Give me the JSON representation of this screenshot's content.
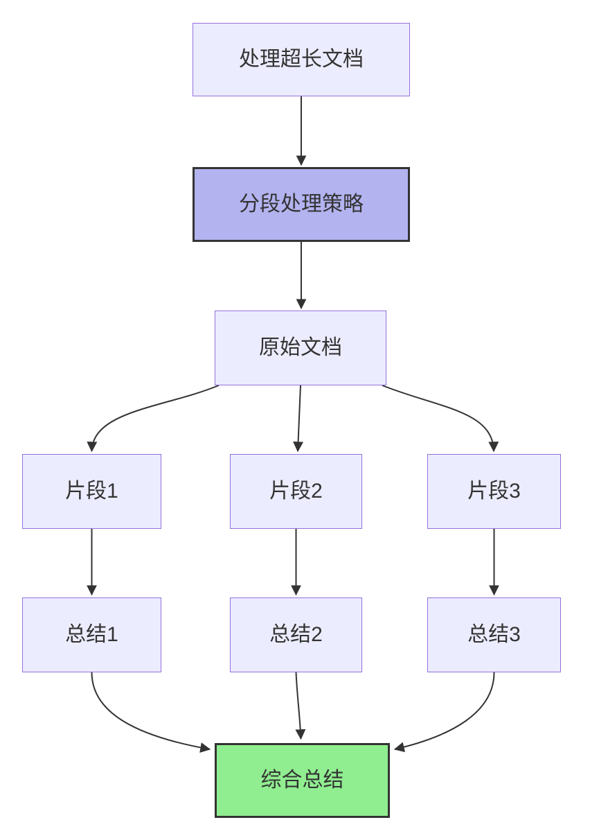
{
  "colors": {
    "background": "#FFFFFF",
    "node_fill": "#ECECFF",
    "node_border": "#9370DB",
    "highlight_fill": "#B3B3F0",
    "strong_border": "#333333",
    "success_fill": "#90EE90",
    "edge": "#333333",
    "text": "#333333"
  },
  "diagram": {
    "type": "flowchart",
    "direction": "top-down",
    "nodes": [
      {
        "id": "long-doc",
        "label": "处理超长文档",
        "style": "default"
      },
      {
        "id": "strategy",
        "label": "分段处理策略",
        "style": "highlight"
      },
      {
        "id": "source-doc",
        "label": "原始文档",
        "style": "default"
      },
      {
        "id": "chunk-1",
        "label": "片段1",
        "style": "default"
      },
      {
        "id": "chunk-2",
        "label": "片段2",
        "style": "default"
      },
      {
        "id": "chunk-3",
        "label": "片段3",
        "style": "default"
      },
      {
        "id": "summary-1",
        "label": "总结1",
        "style": "default"
      },
      {
        "id": "summary-2",
        "label": "总结2",
        "style": "default"
      },
      {
        "id": "summary-3",
        "label": "总结3",
        "style": "default"
      },
      {
        "id": "final-summary",
        "label": "综合总结",
        "style": "success"
      }
    ],
    "edges": [
      {
        "from": "long-doc",
        "to": "strategy"
      },
      {
        "from": "strategy",
        "to": "source-doc"
      },
      {
        "from": "source-doc",
        "to": "chunk-1"
      },
      {
        "from": "source-doc",
        "to": "chunk-2"
      },
      {
        "from": "source-doc",
        "to": "chunk-3"
      },
      {
        "from": "chunk-1",
        "to": "summary-1"
      },
      {
        "from": "chunk-2",
        "to": "summary-2"
      },
      {
        "from": "chunk-3",
        "to": "summary-3"
      },
      {
        "from": "summary-1",
        "to": "final-summary"
      },
      {
        "from": "summary-2",
        "to": "final-summary"
      },
      {
        "from": "summary-3",
        "to": "final-summary"
      }
    ]
  }
}
